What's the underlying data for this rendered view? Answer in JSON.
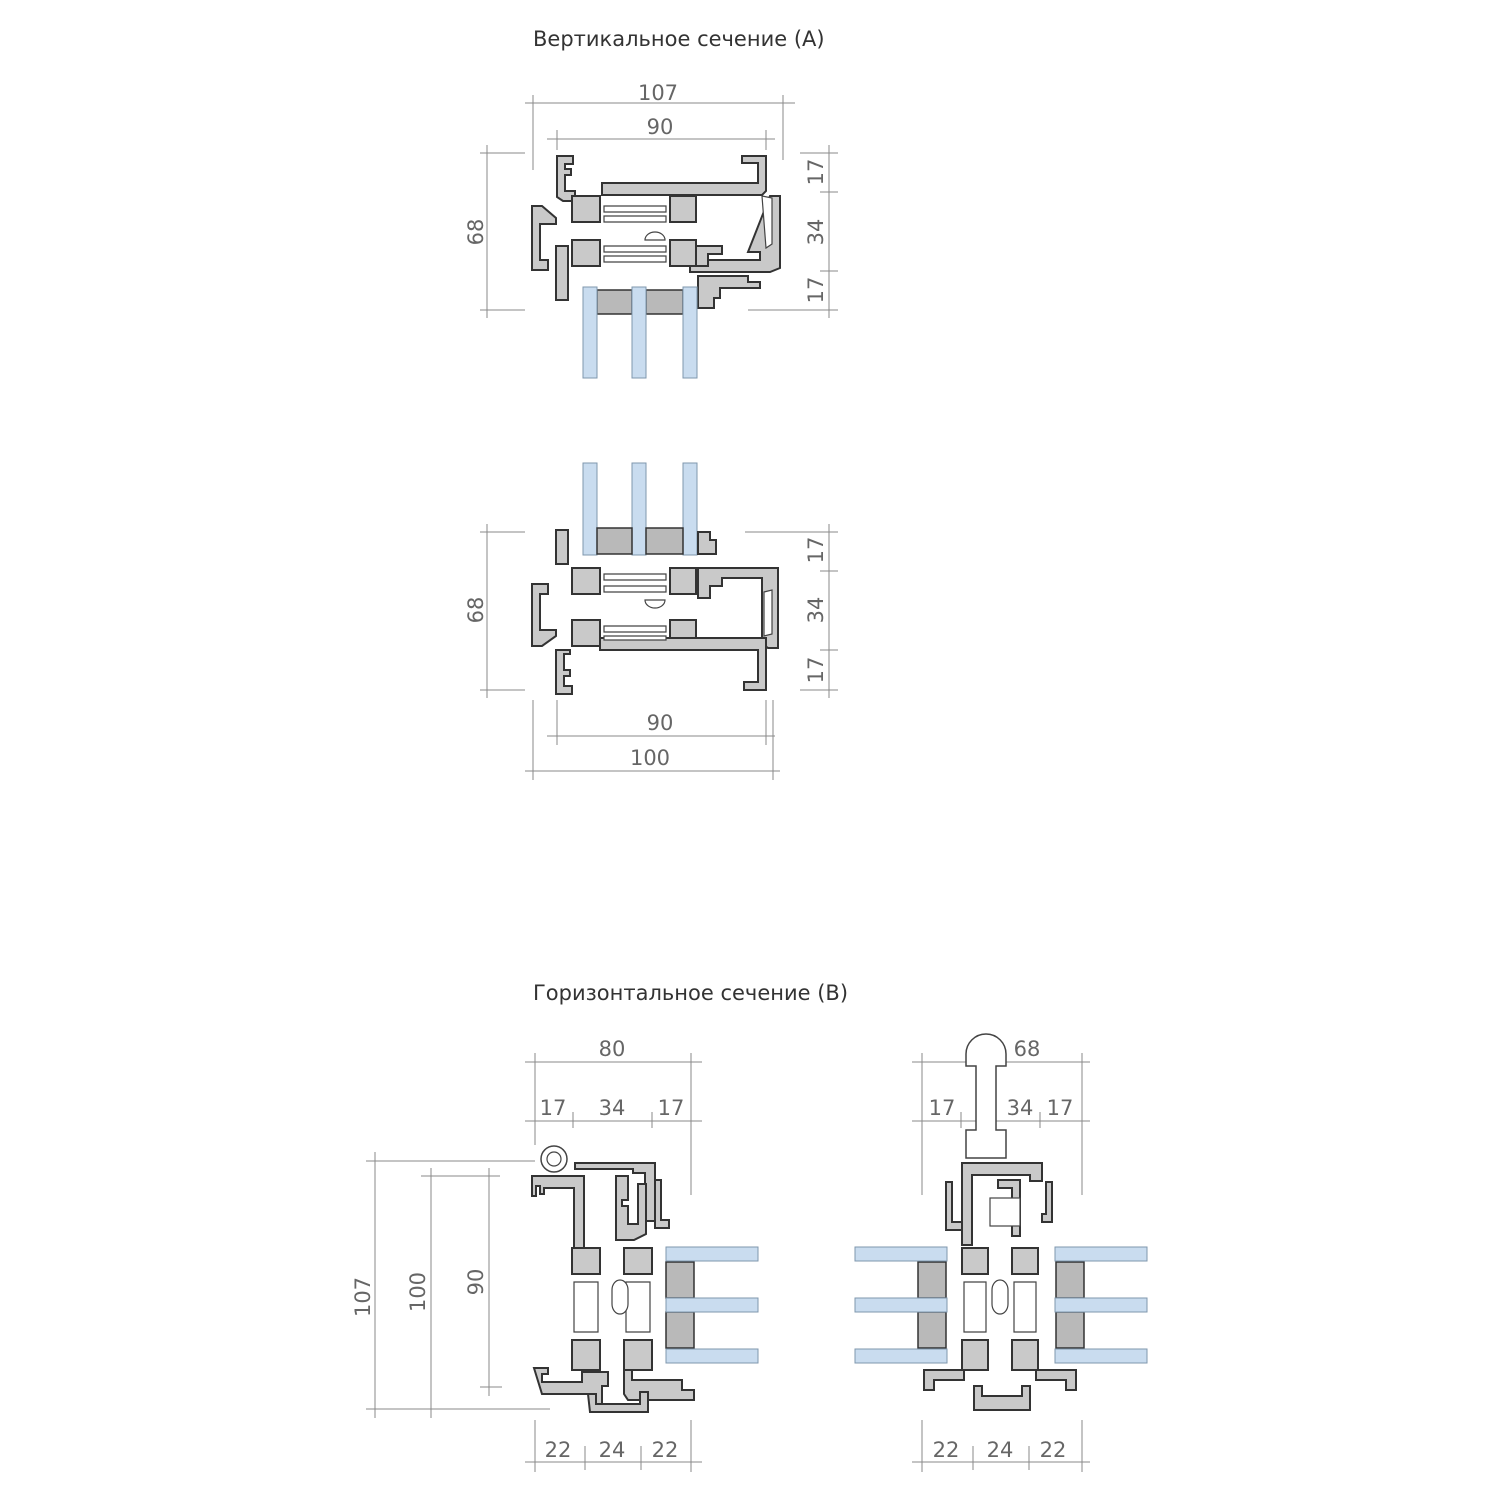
{
  "section_a": {
    "title": "Вертикальное сечение (A)",
    "top": {
      "width_outer": "107",
      "width_inner": "90",
      "height": "68",
      "seg1": "17",
      "seg2": "34",
      "seg3": "17"
    },
    "bottom": {
      "height": "68",
      "seg1": "17",
      "seg2": "34",
      "seg3": "17",
      "width_inner": "90",
      "width_outer": "100"
    }
  },
  "section_b": {
    "title": "Горизонтальное сечение (B)",
    "left": {
      "width": "80",
      "seg1": "17",
      "seg2": "34",
      "seg3": "17",
      "h_outer": "107",
      "h_mid": "100",
      "h_inner": "90",
      "b1": "22",
      "b2": "24",
      "b3": "22"
    },
    "right": {
      "width": "68",
      "seg1": "17",
      "seg2": "34",
      "seg3": "17",
      "b1": "22",
      "b2": "24",
      "b3": "22"
    }
  },
  "colors": {
    "profile": "#c9c9c9",
    "glass": "#c9dcef",
    "outline": "#333333",
    "dimension": "#8a8a8a"
  }
}
